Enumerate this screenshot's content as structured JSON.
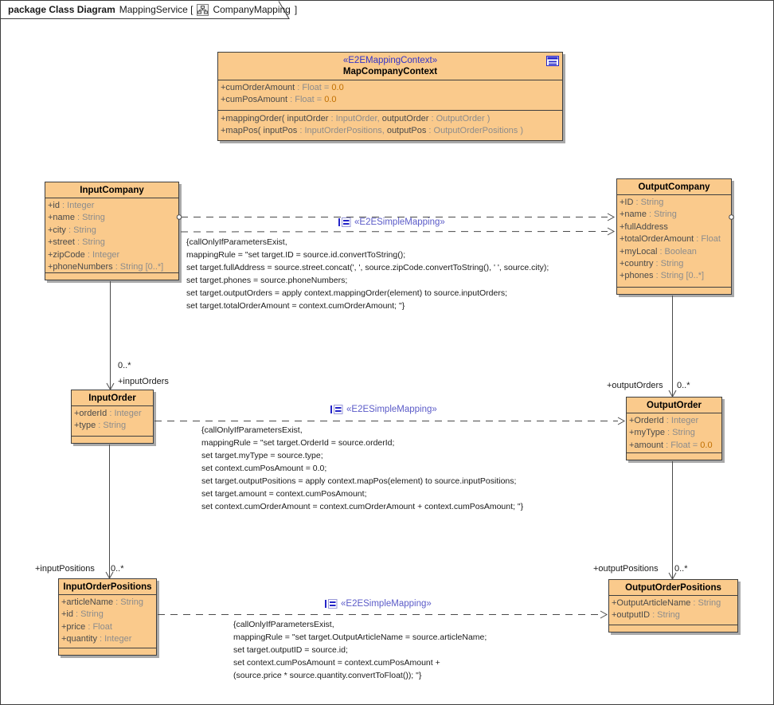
{
  "frame": {
    "kind_label": "package Class Diagram",
    "context_label": "MappingService [",
    "diagram_name": "CompanyMapping",
    "close_bracket": "]"
  },
  "colors": {
    "class_fill": "#FACA8C",
    "class_border": "#3E3E3E",
    "stereotype_blue": "#3434C8",
    "mapping_label_blue": "#5B5BC8",
    "member_dark": "#4A4A4A",
    "member_gray": "#8C8C8C",
    "default_value_orange": "#C06F00"
  },
  "classes": {
    "mapCompanyContext": {
      "stereotype": "«E2EMappingContext»",
      "name": "MapCompanyContext",
      "attributes": [
        [
          [
            "+cumOrderAmount",
            "dark"
          ],
          [
            " : Float = ",
            "gray"
          ],
          [
            "0.0",
            "orange"
          ]
        ],
        [
          [
            "+cumPosAmount",
            "dark"
          ],
          [
            " : Float = ",
            "gray"
          ],
          [
            "0.0",
            "orange"
          ]
        ]
      ],
      "operations": [
        [
          [
            "+mappingOrder( inputOrder",
            "dark"
          ],
          [
            " : InputOrder,",
            "gray"
          ],
          [
            " outputOrder",
            "dark"
          ],
          [
            " : OutputOrder )",
            "gray"
          ]
        ],
        [
          [
            "+mapPos( inputPos",
            "dark"
          ],
          [
            " : InputOrderPositions,",
            "gray"
          ],
          [
            " outputPos",
            "dark"
          ],
          [
            " : OutputOrderPositions )",
            "gray"
          ]
        ]
      ]
    },
    "inputCompany": {
      "name": "InputCompany",
      "attributes": [
        [
          [
            "+id",
            "dark"
          ],
          [
            " : Integer",
            "gray"
          ]
        ],
        [
          [
            "+name",
            "dark"
          ],
          [
            " : String",
            "gray"
          ]
        ],
        [
          [
            "+city",
            "dark"
          ],
          [
            " : String",
            "gray"
          ]
        ],
        [
          [
            "+street",
            "dark"
          ],
          [
            " : String",
            "gray"
          ]
        ],
        [
          [
            "+zipCode",
            "dark"
          ],
          [
            " : Integer",
            "gray"
          ]
        ],
        [
          [
            "+phoneNumbers",
            "dark"
          ],
          [
            " : String [0..*]",
            "gray"
          ]
        ]
      ]
    },
    "outputCompany": {
      "name": "OutputCompany",
      "attributes": [
        [
          [
            "+ID",
            "dark"
          ],
          [
            " : String",
            "gray"
          ]
        ],
        [
          [
            "+name",
            "dark"
          ],
          [
            " : String",
            "gray"
          ]
        ],
        [
          [
            "+fullAddress",
            "dark"
          ]
        ],
        [
          [
            "+totalOrderAmount",
            "dark"
          ],
          [
            " : Float",
            "gray"
          ]
        ],
        [
          [
            "+myLocal",
            "dark"
          ],
          [
            " : Boolean",
            "gray"
          ]
        ],
        [
          [
            "+country",
            "dark"
          ],
          [
            " : String",
            "gray"
          ]
        ],
        [
          [
            "+phones",
            "dark"
          ],
          [
            " : String [0..*]",
            "gray"
          ]
        ]
      ]
    },
    "inputOrder": {
      "name": "InputOrder",
      "attributes": [
        [
          [
            "+orderId",
            "dark"
          ],
          [
            " : Integer",
            "gray"
          ]
        ],
        [
          [
            "+type",
            "dark"
          ],
          [
            " : String",
            "gray"
          ]
        ]
      ]
    },
    "outputOrder": {
      "name": "OutputOrder",
      "attributes": [
        [
          [
            "+OrderId",
            "dark"
          ],
          [
            " : Integer",
            "gray"
          ]
        ],
        [
          [
            "+myType",
            "dark"
          ],
          [
            " : String",
            "gray"
          ]
        ],
        [
          [
            "+amount",
            "dark"
          ],
          [
            " : Float = ",
            "gray"
          ],
          [
            "0.0",
            "orange"
          ]
        ]
      ]
    },
    "inputOrderPositions": {
      "name": "InputOrderPositions",
      "attributes": [
        [
          [
            "+articleName",
            "dark"
          ],
          [
            " : String",
            "gray"
          ]
        ],
        [
          [
            "+id",
            "dark"
          ],
          [
            " : String",
            "gray"
          ]
        ],
        [
          [
            "+price",
            "dark"
          ],
          [
            " : Float",
            "gray"
          ]
        ],
        [
          [
            "+quantity",
            "dark"
          ],
          [
            " : Integer",
            "gray"
          ]
        ]
      ]
    },
    "outputOrderPositions": {
      "name": "OutputOrderPositions",
      "attributes": [
        [
          [
            "+OutputArticleName",
            "dark"
          ],
          [
            " : String",
            "gray"
          ]
        ],
        [
          [
            "+outputID",
            "dark"
          ],
          [
            " : String",
            "gray"
          ]
        ]
      ]
    }
  },
  "mappings": [
    {
      "stereotype": "«E2ESimpleMapping»",
      "lines": [
        "{callOnlyIfParametersExist,",
        "mappingRule = \"set target.ID = source.id.convertToString();",
        "set target.fullAddress = source.street.concat(', ', source.zipCode.convertToString(), ' ', source.city);",
        "set target.phones = source.phoneNumbers;",
        "set target.outputOrders = apply context.mappingOrder(element) to source.inputOrders;",
        "set target.totalOrderAmount = context.cumOrderAmount; \"}"
      ]
    },
    {
      "stereotype": "«E2ESimpleMapping»",
      "lines": [
        "{callOnlyIfParametersExist,",
        "mappingRule = \"set target.OrderId = source.orderId;",
        "set target.myType = source.type;",
        "set context.cumPosAmount = 0.0;",
        "set target.outputPositions = apply context.mapPos(element) to source.inputPositions;",
        "set target.amount = context.cumPosAmount;",
        "set context.cumOrderAmount = context.cumOrderAmount + context.cumPosAmount; \"}"
      ]
    },
    {
      "stereotype": "«E2ESimpleMapping»",
      "lines": [
        "{callOnlyIfParametersExist,",
        "mappingRule = \"set target.OutputArticleName = source.articleName;",
        "set target.outputID = source.id;",
        "set context.cumPosAmount = context.cumPosAmount +",
        "(source.price * source.quantity.convertToFloat()); \"}"
      ]
    }
  ],
  "edges": {
    "inputOrders": {
      "mult": "0..*",
      "role": "+inputOrders"
    },
    "outputOrders": {
      "mult": "0..*",
      "role": "+outputOrders"
    },
    "inputPositions": {
      "mult": "0..*",
      "role": "+inputPositions"
    },
    "outputPositions": {
      "mult": "0..*",
      "role": "+outputPositions"
    }
  }
}
